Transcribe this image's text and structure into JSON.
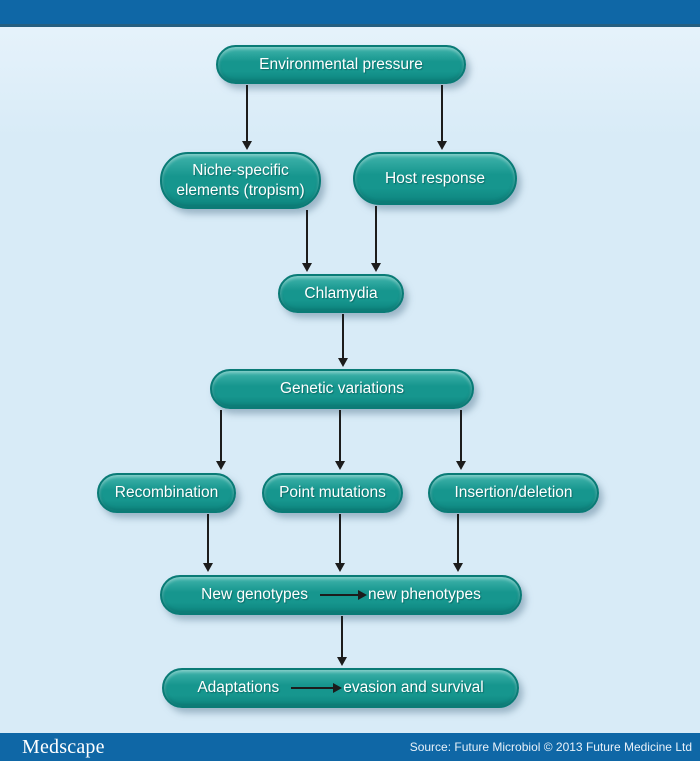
{
  "colors": {
    "bar_blue": "#0f67a6",
    "bar_edge": "#265f80",
    "bg_top": "#e9f4fc",
    "bg_main": "#d8ebf7",
    "node_fill_light": "#41b4ac",
    "node_fill": "#16968e",
    "node_fill_dark": "#0d847e",
    "node_border": "#0a7b76",
    "node_text": "#ffffff",
    "arrow": "#1c1c1c",
    "footer_source_text": "#e8f1f9"
  },
  "nodes": {
    "environmental_pressure": {
      "label": "Environmental pressure"
    },
    "niche_specific": {
      "line1": "Niche-specific",
      "line2": "elements (tropism)"
    },
    "host_response": {
      "label": "Host response"
    },
    "chlamydia": {
      "label": "Chlamydia"
    },
    "genetic_variations": {
      "label": "Genetic variations"
    },
    "recombination": {
      "label": "Recombination"
    },
    "point_mutations": {
      "label": "Point mutations"
    },
    "insertion_deletion": {
      "label": "Insertion/deletion"
    },
    "new_genotypes": {
      "left": "New genotypes",
      "right": "new phenotypes"
    },
    "adaptations": {
      "left": "Adaptations",
      "right": "evasion and survival"
    }
  },
  "edges": [
    "Environmental pressure -> Niche-specific elements (tropism)",
    "Environmental pressure -> Host response",
    "Niche-specific elements (tropism) -> Chlamydia",
    "Host response -> Chlamydia",
    "Chlamydia -> Genetic variations",
    "Genetic variations -> Recombination",
    "Genetic variations -> Point mutations",
    "Genetic variations -> Insertion/deletion",
    "Recombination -> New genotypes",
    "Point mutations -> New genotypes",
    "Insertion/deletion -> New genotypes",
    "New genotypes -> Adaptations"
  ],
  "footer": {
    "brand": "Medscape",
    "source": "Source: Future Microbiol © 2013 Future Medicine Ltd"
  }
}
